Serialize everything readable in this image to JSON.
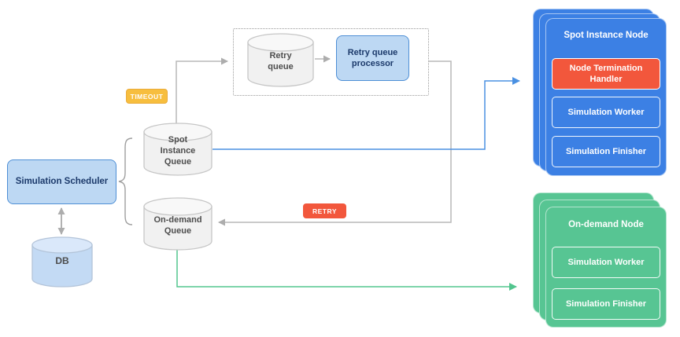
{
  "scheduler": {
    "label": "Simulation Scheduler"
  },
  "db": {
    "label": "DB"
  },
  "queues": {
    "spot": {
      "label": "Spot Instance Queue"
    },
    "on_demand": {
      "label": "On-demand Queue"
    }
  },
  "retry_group": {
    "queue_label": "Retry queue",
    "processor_label": "Retry queue processor"
  },
  "badges": {
    "timeout": "TIMEOUT",
    "retry": "RETRY"
  },
  "spot_node": {
    "title": "Spot Instance Node",
    "components": [
      "Node Termination Handler",
      "Simulation Worker",
      "Simulation Finisher"
    ]
  },
  "on_demand_node": {
    "title": "On-demand Node",
    "components": [
      "Simulation Worker",
      "Simulation Finisher"
    ]
  },
  "colors": {
    "node_blue": "#3C80E4",
    "node_green": "#57C593",
    "alert_red": "#F2573C",
    "timeout_yellow": "#F7BE3E",
    "process_box_fill": "#BDD8F3",
    "process_box_border": "#4E8FD6",
    "connector_gray": "#ADADAD",
    "connector_blue": "#4A90E2",
    "connector_green": "#52C58E"
  }
}
